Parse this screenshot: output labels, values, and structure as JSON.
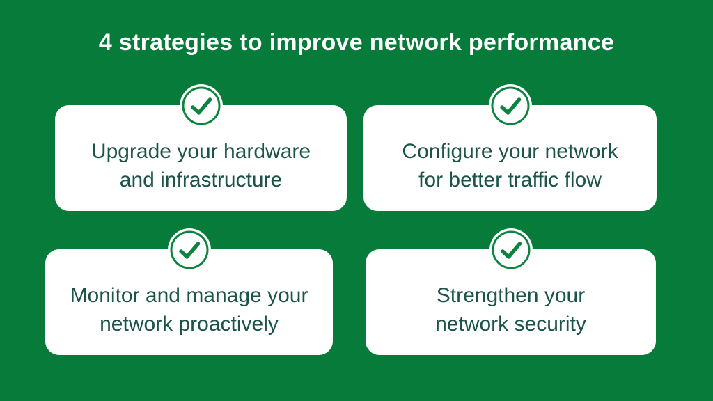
{
  "header": {
    "title": "4 strategies to improve network performance"
  },
  "colors": {
    "background": "#077C3A",
    "card_background": "#FFFFFF",
    "accent_green": "#0C8440",
    "card_text": "#1C5449",
    "title_text": "#FFFFFF"
  },
  "icons": {
    "badge": "check-icon"
  },
  "cards": [
    {
      "line1": "Upgrade your hardware",
      "line2": "and infrastructure"
    },
    {
      "line1": "Configure your network",
      "line2": "for better traffic flow"
    },
    {
      "line1": "Monitor and manage your",
      "line2": "network proactively"
    },
    {
      "line1": "Strengthen your",
      "line2": "network security"
    }
  ]
}
